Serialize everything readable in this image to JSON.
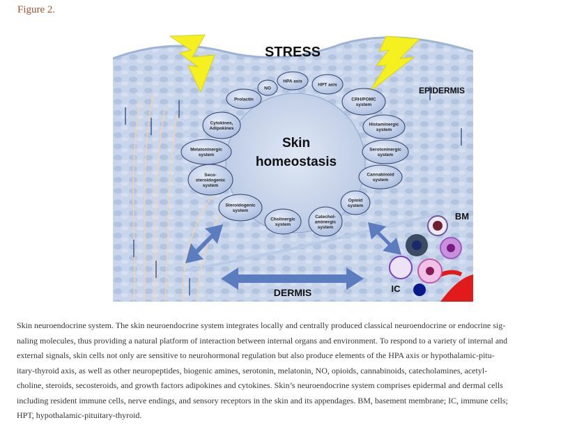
{
  "figure_title": "Figure 2.",
  "diagram": {
    "stress": "STRESS",
    "epidermis": "EPIDERMIS",
    "dermis": "DERMIS",
    "bm": "BM",
    "ic": "IC",
    "center_line1": "Skin",
    "center_line2": "homeostasis",
    "bubbles": [
      [
        "Prolactin"
      ],
      [
        "NO"
      ],
      [
        "HPA axis"
      ],
      [
        "HPT axis"
      ],
      [
        "CRH/POMC",
        "system"
      ],
      [
        "Histaminergic",
        "system"
      ],
      [
        "Serotoninergic",
        "system"
      ],
      [
        "Cannabinoid",
        "system"
      ],
      [
        "Opioid",
        "system"
      ],
      [
        "Catechol-",
        "aminergic",
        "system"
      ],
      [
        "Cholinergic",
        "system"
      ],
      [
        "Steroidogenic",
        "system"
      ],
      [
        "Seco-",
        "steroidogenic",
        "system"
      ],
      [
        "Melatoninergic",
        "system"
      ],
      [
        "Cytokines,",
        "Adipokines"
      ]
    ]
  },
  "colors": {
    "title": "#a0522d",
    "tissue": "#c9d6ea",
    "arrows": "#5b7dbf",
    "lightning": "#f5f020"
  },
  "caption_lines": [
    "Skin neuroendocrine system. The skin neuroendocrine system integrates locally and centrally produced classical neuroendocrine or endocrine sig-",
    "naling molecules, thus providing a natural platform of interaction between internal organs and environment. To respond to a variety of internal and",
    "external signals, skin cells not only are sensitive to neurohormonal regulation but also produce elements of the HPA axis or hypothalamic-pitu-",
    "itary-thyroid axis, as well as other neuropeptides, biogenic amines, serotonin, melatonin, NO, opioids, cannabinoids, catecholamines, acetyl-",
    "choline, steroids, secosteroids, and growth factors adipokines and cytokines. Skin’s neuroendocrine system comprises epidermal and dermal cells",
    "including resident immune cells, nerve endings, and sensory receptors in the skin and its appendages. BM, basement membrane; IC, immune cells;",
    "HPT, hypothalamic-pituitary-thyroid."
  ]
}
